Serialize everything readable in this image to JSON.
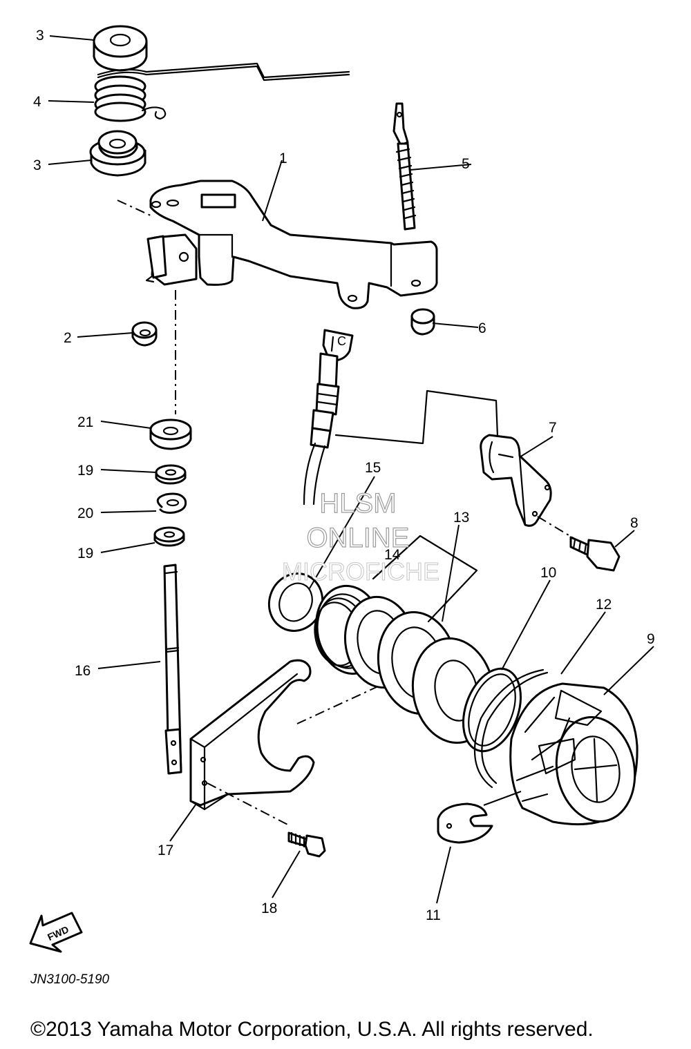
{
  "diagram": {
    "callouts": [
      {
        "id": "c3a",
        "text": "3"
      },
      {
        "id": "c4",
        "text": "4"
      },
      {
        "id": "c3b",
        "text": "3"
      },
      {
        "id": "c1",
        "text": "1"
      },
      {
        "id": "c5",
        "text": "5"
      },
      {
        "id": "c2",
        "text": "2"
      },
      {
        "id": "c6",
        "text": "6"
      },
      {
        "id": "c21",
        "text": "21"
      },
      {
        "id": "c19a",
        "text": "19"
      },
      {
        "id": "c20",
        "text": "20"
      },
      {
        "id": "c19b",
        "text": "19"
      },
      {
        "id": "c7",
        "text": "7"
      },
      {
        "id": "c8",
        "text": "8"
      },
      {
        "id": "c15",
        "text": "15"
      },
      {
        "id": "c13",
        "text": "13"
      },
      {
        "id": "c14",
        "text": "14"
      },
      {
        "id": "c10",
        "text": "10"
      },
      {
        "id": "c12",
        "text": "12"
      },
      {
        "id": "c9",
        "text": "9"
      },
      {
        "id": "c16",
        "text": "16"
      },
      {
        "id": "c17",
        "text": "17"
      },
      {
        "id": "c18",
        "text": "18"
      },
      {
        "id": "c11",
        "text": "11"
      }
    ],
    "fwd_label": "FWD",
    "cable_tag": "C"
  },
  "watermark": {
    "line1": "HLSM",
    "line2": "ONLINE",
    "line3": "MICROFICHE"
  },
  "footer": {
    "drawing_code": "JN3100-5190",
    "copyright": "©2013 Yamaha Motor Corporation, U.S.A. All rights reserved."
  }
}
